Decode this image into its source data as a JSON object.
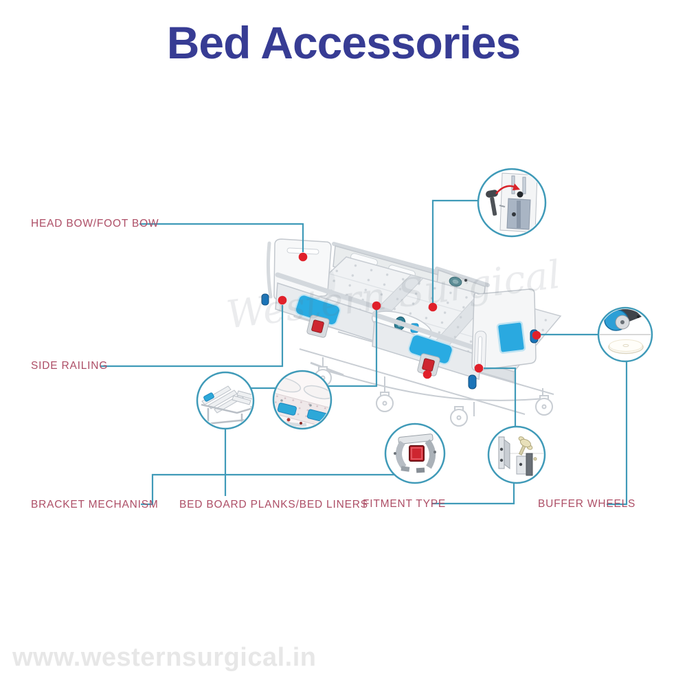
{
  "title": "Bed Accessories",
  "labels": {
    "head_bow": "HEAD BOW/FOOT BOW",
    "side_railing": "SIDE RAILING",
    "bracket_mechanism": "BRACKET MECHANISM",
    "bed_board": "BED BOARD PLANKS/BED LINERS",
    "fitment_type": "FITMENT TYPE",
    "buffer_wheels": "BUFFER WHEELS"
  },
  "watermarks": {
    "script": "Western Surgical",
    "footer": "www.westernsurgical.in"
  },
  "colors": {
    "title": "#373c94",
    "label": "#ad4e66",
    "leader_line": "#3f9ab8",
    "callout_border": "#3f9ab8",
    "marker_dot": "#e0202a",
    "bed_accent_blue": "#29abe2",
    "bumper_blue": "#1b74b8",
    "bracket_red": "#ce2630"
  },
  "callouts": [
    "pole-socket-fitment-detail",
    "buffer-wheel-caster-detail",
    "recliner-frame-detail",
    "bed-board-planks-detail",
    "bracket-mechanism-detail",
    "fitment-hardware-detail"
  ]
}
